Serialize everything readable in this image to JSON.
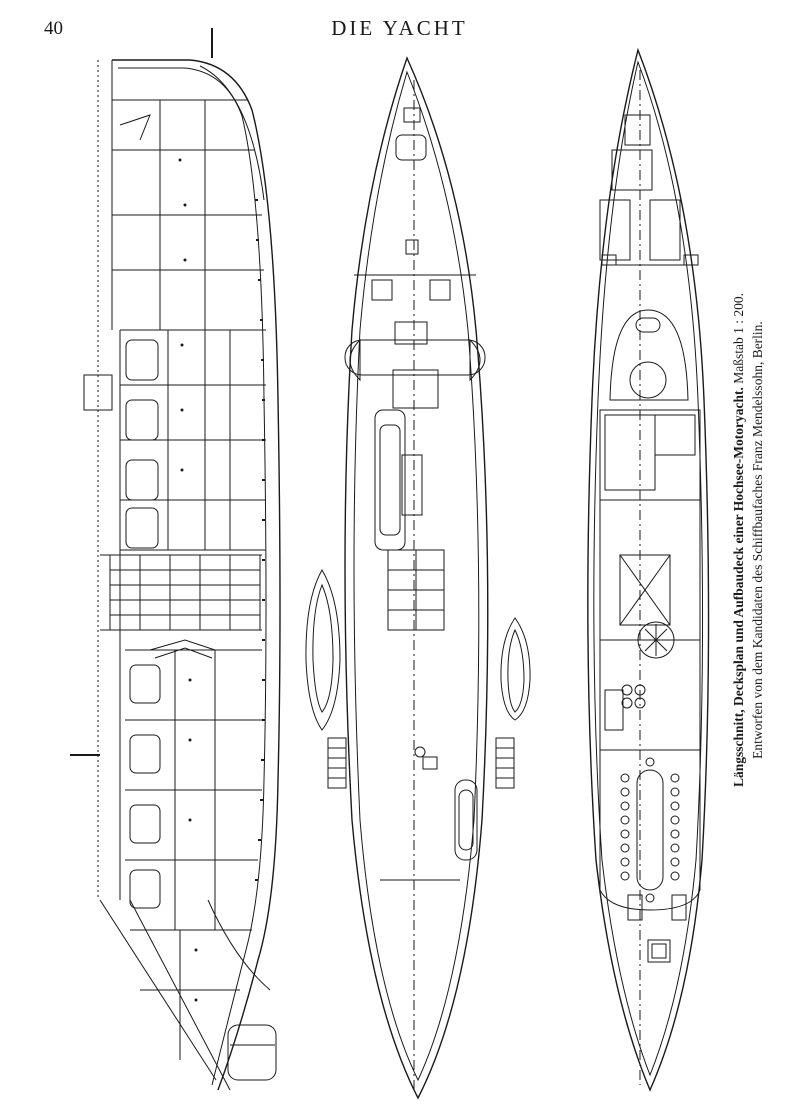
{
  "header": {
    "page_number": "40",
    "running_title": "DIE YACHT"
  },
  "figure": {
    "caption_title": "Längsschnitt, Decksplan und Aufbaudeck einer Hochsee-Motoryacht.",
    "caption_scale": "Maßstab 1 : 200.",
    "caption_credit": "Entworfen von dem Kandidaten des Schiffbaufaches Franz Mendelssohn, Berlin."
  },
  "palette": {
    "ink": "#1a1a1a",
    "paper": "#ffffff"
  }
}
